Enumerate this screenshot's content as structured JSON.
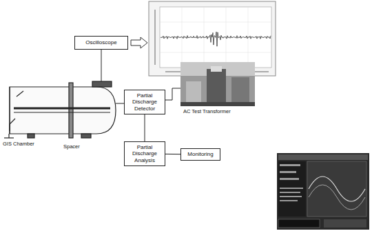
{
  "diagram": {
    "nodes": [
      {
        "text": [
          "Oscilloscope"
        ]
      },
      {
        "text": [
          "Partial Discharge Detector"
        ]
      },
      {
        "text": [
          "Partial Discharge Analysis"
        ]
      },
      {
        "text": [
          "Monitoring"
        ]
      }
    ],
    "edges": [
      {
        "from": 1,
        "to": 2,
        "arrow": "none"
      },
      {
        "from": 2,
        "to": 3,
        "arrow": "none"
      }
    ],
    "labels": [
      "GIS Chamber",
      "Spacer",
      "AC Test Transformer"
    ]
  }
}
